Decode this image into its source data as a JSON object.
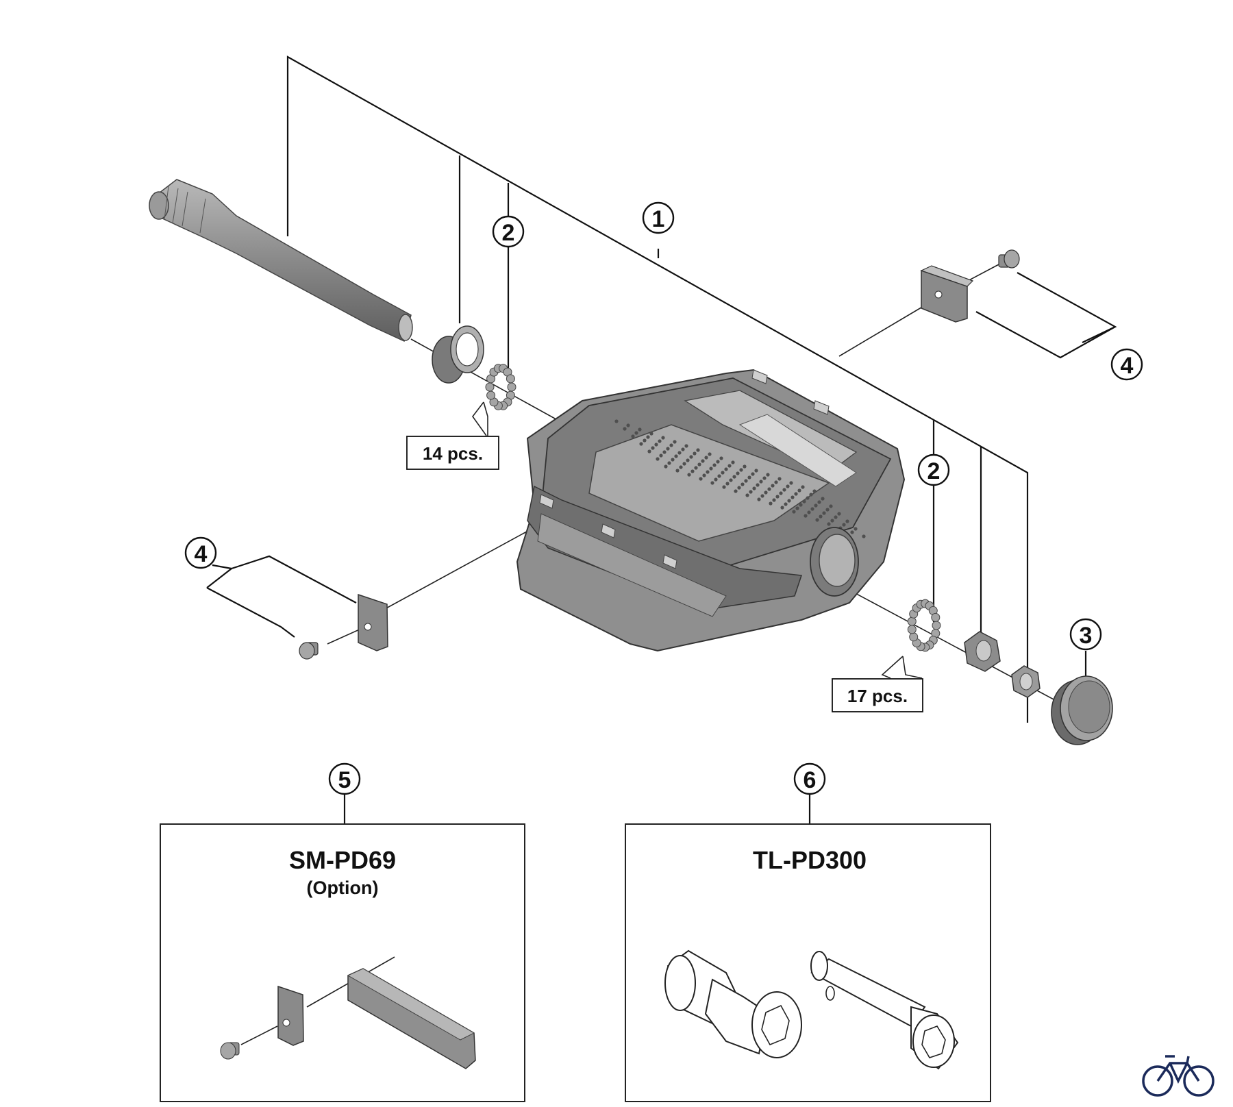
{
  "callouts": {
    "c1": "1",
    "c2_upper": "2",
    "c2_lower": "2",
    "c3": "3",
    "c4_right": "4",
    "c4_left": "4",
    "c5": "5",
    "c6": "6"
  },
  "bearing_counts": {
    "upper": "14 pcs.",
    "lower": "17 pcs."
  },
  "boxes": {
    "pins": {
      "title": "SM-PD69",
      "subtitle": "(Option)"
    },
    "tool": {
      "title": "TL-PD300"
    }
  },
  "icons": {
    "logo": "bicycle-icon"
  }
}
